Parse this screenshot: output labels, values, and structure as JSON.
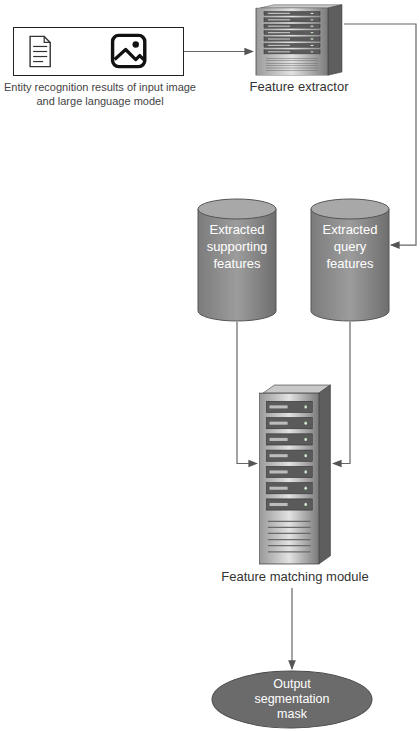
{
  "diagram": {
    "nodes": [
      {
        "text": [
          "Entity recognition results of input image and large language model"
        ]
      },
      {
        "text": [
          "Feature extractor"
        ]
      },
      {
        "text": [
          "Extracted supporting features"
        ]
      },
      {
        "text": [
          "Extracted query features"
        ]
      },
      {
        "text": [
          "Feature matching module"
        ]
      },
      {
        "text": [
          "Output segmentation mask"
        ]
      }
    ],
    "edges": [
      {
        "from": 0,
        "to": 1,
        "arrow": "to"
      },
      {
        "from": 1,
        "to": 3,
        "arrow": "to"
      },
      {
        "from": 2,
        "to": 4,
        "arrow": "to"
      },
      {
        "from": 3,
        "to": 4,
        "arrow": "to"
      },
      {
        "from": 4,
        "to": 5,
        "arrow": "to"
      }
    ]
  }
}
